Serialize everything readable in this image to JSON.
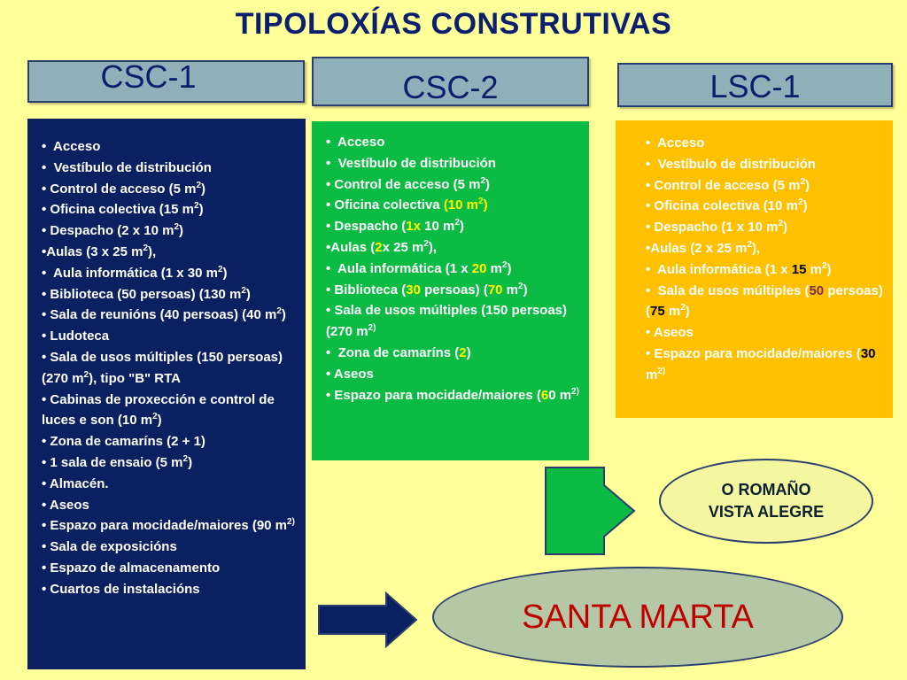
{
  "title": "TIPOLOXÍAS CONSTRUTIVAS",
  "headers": {
    "csc1": "CSC-1",
    "csc2": "CSC-2",
    "lsc1": "LSC-1"
  },
  "colors": {
    "background": "#ffff99",
    "csc1_box": "#0b2060",
    "csc2_box": "#0bbb44",
    "lsc1_box": "#ffc000",
    "highlight_yellow": "#ffff00",
    "santa_marta_text": "#c00000"
  },
  "csc1": {
    "items": [
      "Acceso",
      "Vestíbulo de distribución",
      "Control de acceso (5 m2)",
      "Oficina colectiva (15 m2)",
      "Despacho (2 x 10 m2)",
      "Aulas (3 x 25 m2),",
      "Aula informática (1 x 30 m2)",
      "Biblioteca (50 persoas) (130 m2)",
      "Sala de reunións (40 persoas) (40 m2)",
      "Ludoteca",
      "Sala de usos múltiples (150 persoas) (270 m2), tipo \"B\" RTA",
      "Cabinas de proxección e control de luces e son (10 m2)",
      "Zona de camaríns (2 + 1)",
      "1 sala de ensaio (5 m2)",
      "Almacén.",
      "Aseos",
      "Espazo para mocidade/maiores (90 m2)",
      "Sala de exposicións",
      "Espazo de almacenamento",
      "Cuartos de instalacións"
    ]
  },
  "csc2": {
    "items": [
      "Acceso",
      "Vestíbulo de distribución",
      "Control de acceso (5 m2)",
      "Oficina colectiva (10 m2)",
      "Despacho (1x 10 m2)",
      "Aulas (2x 25 m2),",
      "Aula informática (1 x 20 m2)",
      "Biblioteca (30 persoas) (70 m2)",
      "Sala de usos múltiples (150 persoas) (270 m2)",
      "Zona de camaríns (2)",
      "Aseos",
      "Espazo para mocidade/maiores (60 m2)"
    ],
    "hl": {
      "oficina": "(10 m",
      "oficina_close": ")",
      "despacho": "1x",
      "aulas": "2",
      "aula_inf": "20",
      "bib_persoas": "30",
      "bib_m2": "70",
      "camarins": "2",
      "mocidade": "6"
    }
  },
  "lsc1": {
    "items": [
      "Acceso",
      "Vestíbulo de distribución",
      "Control de acceso (5 m2)",
      "Oficina colectiva (10 m2)",
      "Despacho (1 x 10 m2)",
      "Aulas (2 x 25 m2),",
      "Aula informática (1 x 15 m2)",
      "Sala de usos múltiples (50 persoas) (75 m2)",
      "Aseos",
      "Espazo para mocidade/maiores (30 m2)"
    ],
    "hl": {
      "aula_inf": "15",
      "sala_persoas": "50",
      "sala_m2": "75",
      "mocidade": "30"
    }
  },
  "ellipses": {
    "romano": "O  ROMAÑO VISTA ALEGRE",
    "santa_marta": "SANTA MARTA"
  }
}
